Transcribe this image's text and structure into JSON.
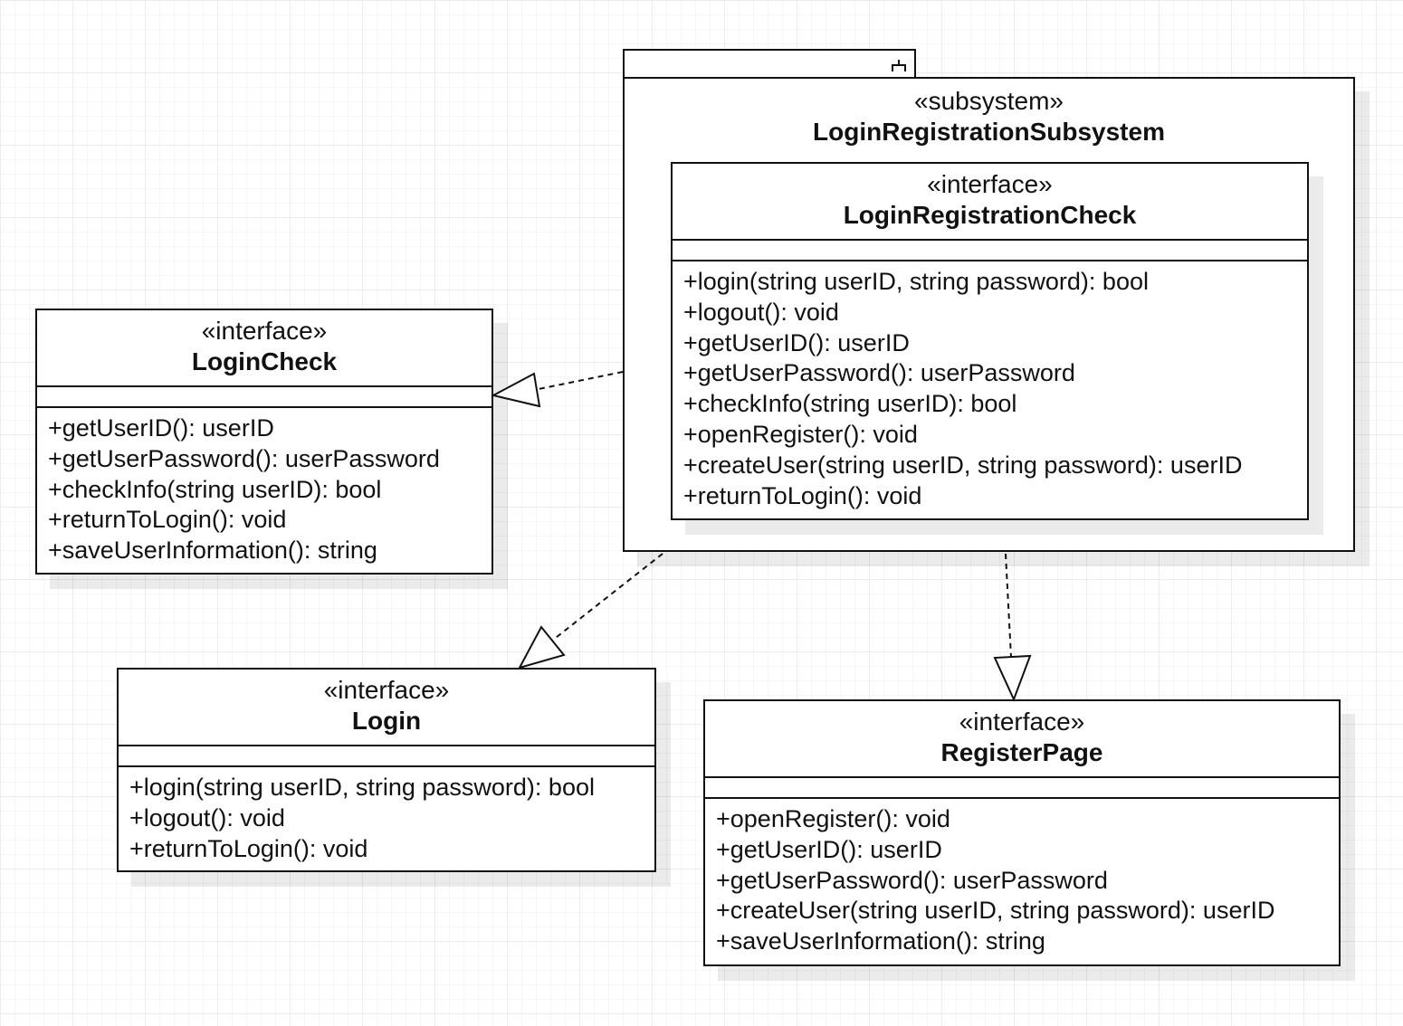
{
  "subsystem": {
    "stereotype": "«subsystem»",
    "name": "LoginRegistrationSubsystem"
  },
  "interfaces": {
    "login_registration_check": {
      "stereotype": "«interface»",
      "name": "LoginRegistrationCheck",
      "operations": [
        "+login(string userID, string password): bool",
        "+logout(): void",
        "+getUserID(): userID",
        "+getUserPassword(): userPassword",
        "+checkInfo(string userID): bool",
        "+openRegister(): void",
        "+createUser(string userID, string password): userID",
        "+returnToLogin(): void"
      ]
    },
    "login_check": {
      "stereotype": "«interface»",
      "name": "LoginCheck",
      "operations": [
        "+getUserID(): userID",
        "+getUserPassword(): userPassword",
        "+checkInfo(string userID): bool",
        "+returnToLogin(): void",
        "+saveUserInformation(): string"
      ]
    },
    "login": {
      "stereotype": "«interface»",
      "name": "Login",
      "operations": [
        "+login(string userID, string password): bool",
        "+logout(): void",
        "+returnToLogin(): void"
      ]
    },
    "register_page": {
      "stereotype": "«interface»",
      "name": "RegisterPage",
      "operations": [
        "+openRegister(): void",
        "+getUserID(): userID",
        "+getUserPassword(): userPassword",
        "+createUser(string userID, string password): userID",
        "+saveUserInformation(): string"
      ]
    }
  },
  "relations": [
    {
      "from": "LoginRegistrationSubsystem",
      "to": "LoginCheck",
      "kind": "realization"
    },
    {
      "from": "LoginRegistrationSubsystem",
      "to": "Login",
      "kind": "realization"
    },
    {
      "from": "LoginRegistrationSubsystem",
      "to": "RegisterPage",
      "kind": "realization"
    }
  ]
}
